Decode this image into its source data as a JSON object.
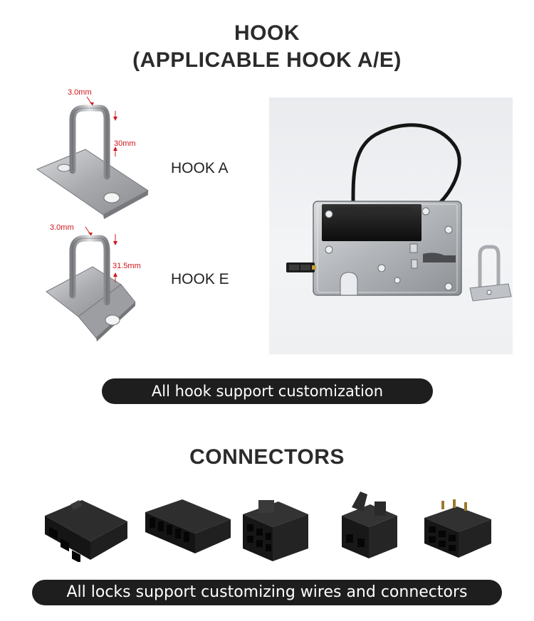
{
  "hook_section": {
    "title": "HOOK",
    "subtitle": "(APPLICABLE HOOK A/E)",
    "hook_a": {
      "label": "HOOK A",
      "wire_dim": "3.0mm",
      "height_dim": "30mm"
    },
    "hook_e": {
      "label": "HOOK E",
      "wire_dim": "3.0mm",
      "height_dim": "31.5mm"
    },
    "banner": "All hook support customization"
  },
  "connectors_section": {
    "title": "CONNECTORS",
    "banner": "All locks support customizing wires and connectors"
  },
  "colors": {
    "dimension_red": "#d0161b",
    "banner_bg": "#1e1e1e",
    "heading": "#2b2b2b"
  }
}
